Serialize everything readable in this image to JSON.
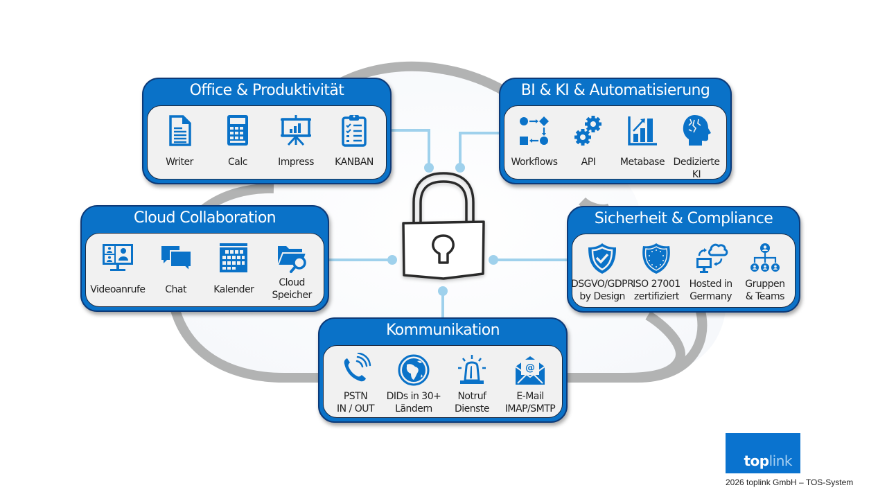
{
  "colors": {
    "brand_blue": "#0a72c8",
    "card_border": "#0d3a78",
    "card_body": "#f1f1f1",
    "cloud_outline": "#b2b3b3",
    "connector": "#9fd1ec",
    "lock_stroke": "#2a2a2a"
  },
  "center": {
    "icon": "padlock-icon"
  },
  "cards": {
    "office": {
      "title": "Office & Produktivität",
      "items": [
        {
          "label": "Writer",
          "icon": "document-icon"
        },
        {
          "label": "Calc",
          "icon": "calculator-icon"
        },
        {
          "label": "Impress",
          "icon": "presentation-icon"
        },
        {
          "label": "KANBAN",
          "icon": "clipboard-checklist-icon"
        }
      ]
    },
    "bi": {
      "title": "BI & KI & Automatisierung",
      "items": [
        {
          "label": "Workflows",
          "icon": "workflow-icon"
        },
        {
          "label": "API",
          "icon": "gears-icon"
        },
        {
          "label": "Metabase",
          "icon": "bar-chart-icon"
        },
        {
          "label": "Dedizierte KI",
          "icon": "ai-head-icon"
        }
      ]
    },
    "cloud": {
      "title": "Cloud Collaboration",
      "items": [
        {
          "label": "Videoanrufe",
          "icon": "video-call-icon"
        },
        {
          "label": "Chat",
          "icon": "chat-bubbles-icon"
        },
        {
          "label": "Kalender",
          "icon": "calendar-icon"
        },
        {
          "label": "Cloud\nSpeicher",
          "icon": "folder-search-icon"
        }
      ]
    },
    "security": {
      "title": "Sicherheit & Compliance",
      "items": [
        {
          "label": "DSGVO/GDPR\nby Design",
          "icon": "shield-check-icon"
        },
        {
          "label": "ISO 27001\nzertifiziert",
          "icon": "shield-stars-icon"
        },
        {
          "label": "Hosted in\nGermany",
          "icon": "cloud-sync-icon"
        },
        {
          "label": "Gruppen\n& Teams",
          "icon": "org-chart-icon"
        }
      ]
    },
    "communication": {
      "title": "Kommunikation",
      "items": [
        {
          "label": "PSTN\nIN / OUT",
          "icon": "phone-icon"
        },
        {
          "label": "DIDs in 30+\nLändern",
          "icon": "globe-icon"
        },
        {
          "label": "Notruf\nDienste",
          "icon": "siren-icon"
        },
        {
          "label": "E-Mail\nIMAP/SMTP",
          "icon": "email-icon"
        }
      ]
    }
  },
  "footer": {
    "logo_top": "top",
    "logo_link": "link",
    "copyright": "2026 toplink GmbH – TOS-System"
  }
}
